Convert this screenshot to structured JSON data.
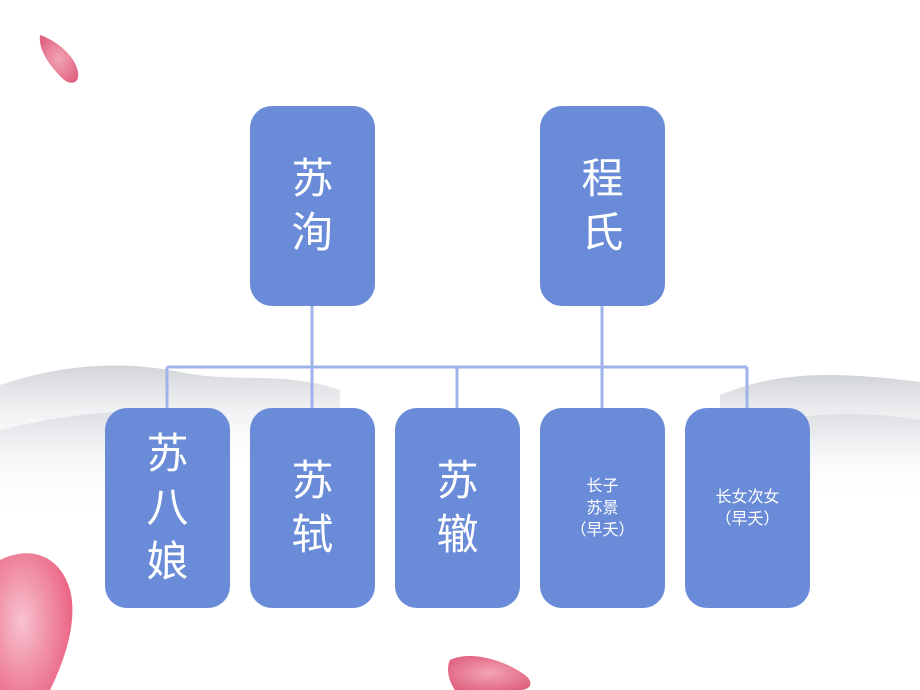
{
  "diagram": {
    "parents": [
      {
        "id": "su-xun",
        "label": "苏\n洵"
      },
      {
        "id": "cheng-shi",
        "label": "程\n氏"
      }
    ],
    "children": [
      {
        "id": "su-bani",
        "label": "苏\n八\n娘"
      },
      {
        "id": "su-shi",
        "label": "苏\n轼"
      },
      {
        "id": "su-zhe",
        "label": "苏\n辙"
      },
      {
        "id": "su-jing",
        "label": "长子\n苏景\n（早夭）"
      },
      {
        "id": "daughters",
        "label": "长女次女\n（早夭）"
      }
    ]
  },
  "colors": {
    "node_fill": "#6a8bd8",
    "connector": "#9db3ea",
    "node_text": "#ffffff"
  }
}
